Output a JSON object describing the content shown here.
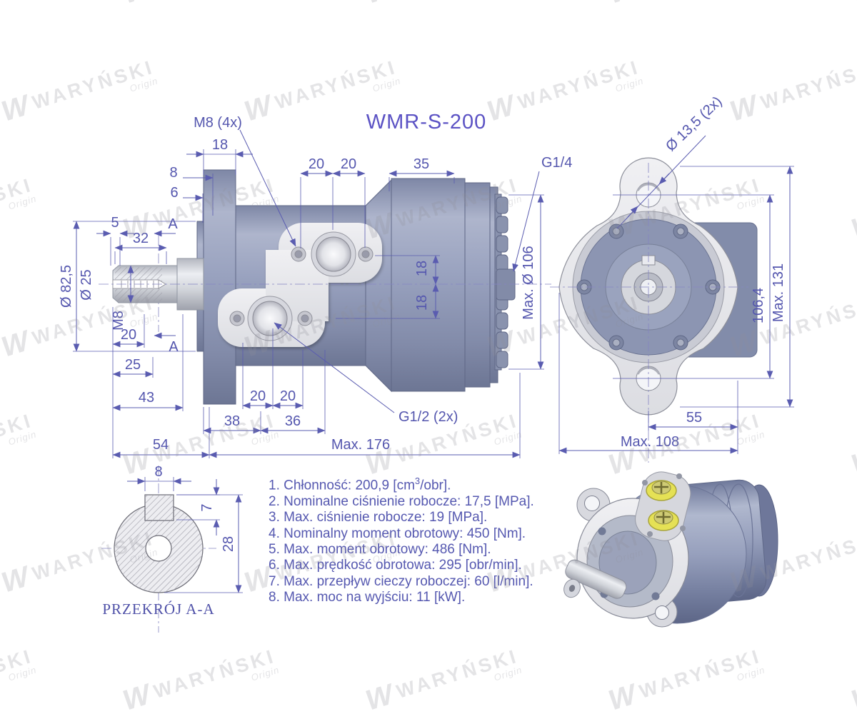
{
  "title": "WMR-S-200",
  "watermark": {
    "logo": "W",
    "brand": "WARYŃSKI",
    "sub": "Origin"
  },
  "side_view": {
    "labels": {
      "m8_4x": "M8 (4x)",
      "g14": "G1/4",
      "g12_2x": "G1/2 (2x)",
      "a_top": "A",
      "a_bottom": "A"
    },
    "dims": {
      "top_18": "18",
      "left_8": "8",
      "left_6": "6",
      "top_20a": "20",
      "top_20b": "20",
      "top_35": "35",
      "shaft_5": "5",
      "shaft_32": "32",
      "dia_82_5": "Ø 82,5",
      "dia_25": "Ø 25",
      "m8_thread": "M8",
      "shaft_20": "20",
      "shaft_25": "25",
      "shaft_43": "43",
      "bottom_20a": "20",
      "bottom_20b": "20",
      "bottom_38": "38",
      "bottom_36": "36",
      "bottom_54": "54",
      "bottom_max176": "Max. 176",
      "body_18a": "18",
      "body_18b": "18",
      "max_dia_106": "Max. Ø 106"
    }
  },
  "front_view": {
    "dims": {
      "dia_13_5": "Ø 13,5 (2x)",
      "h_106_4": "106,4",
      "h_max131": "Max. 131",
      "w_55": "55",
      "w_max108": "Max. 108"
    }
  },
  "section_view": {
    "label": "PRZEKRÓJ A-A",
    "dims": {
      "key_w": "8",
      "key_h": "7",
      "total": "28"
    }
  },
  "specs": {
    "item1_prefix": "1. Chłonność: 200,9 [cm",
    "item1_sup": "3",
    "item1_suffix": "/obr].",
    "items": [
      "2. Nominalne ciśnienie robocze: 17,5 [MPa].",
      "3. Max. ciśnienie robocze: 19 [MPa].",
      "4. Nominalny moment obrotowy: 450 [Nm].",
      "5. Max. moment obrotowy: 486 [Nm].",
      "6. Max. prędkość obrotowa: 295 [obr/min].",
      "7. Max. przepływ cieczy roboczej: 60 [l/min].",
      "8. Max. moc na wyjściu: 11 [kW]."
    ]
  },
  "colors": {
    "accent_title": "#5b52c4",
    "dimension": "#5a5cb0",
    "body_blue": "#99a2bf",
    "plate_gray": "#ebebef",
    "plug_yellow": "#e5e155",
    "watermark_gray": "#90909a"
  }
}
